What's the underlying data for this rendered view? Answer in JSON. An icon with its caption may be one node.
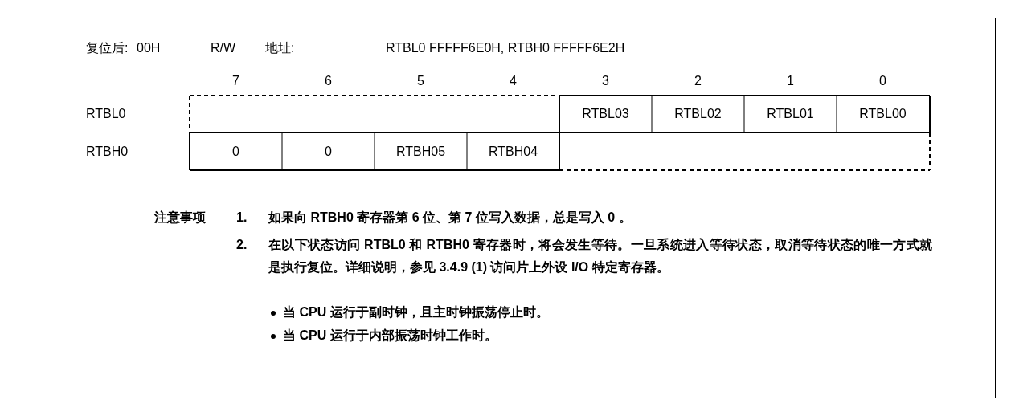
{
  "diagram": {
    "labels": [
      "复位后:",
      "00H",
      "R/W",
      "地址:",
      "RTBL0 FFFFF6E0H, RTBH0 FFFFF6E2H",
      "7",
      "6",
      "5",
      "4",
      "3",
      "2",
      "1",
      "0",
      "RTBL0",
      "RTBL03",
      "RTBL02",
      "RTBL01",
      "RTBL00",
      "RTBH0",
      "0",
      "0",
      "RTBH05",
      "RTBH04",
      "注意事项",
      "1.",
      "如果向 RTBH0 寄存器第 6 位、第 7 位写入数据，总是写入 0 。",
      "2.",
      "在以下状态访问 RTBL0 和 RTBH0 寄存器时，将会发生等待。一旦系统进入等待状态，取消等待状态的唯一方式就是执行复位。详细说明，参见 3.4.9 (1) 访问片上外设 I/O 特定寄存器。",
      "当 CPU 运行于副时钟，且主时钟振荡停止时。",
      "当 CPU 运行于内部振荡时钟工作时。"
    ]
  }
}
